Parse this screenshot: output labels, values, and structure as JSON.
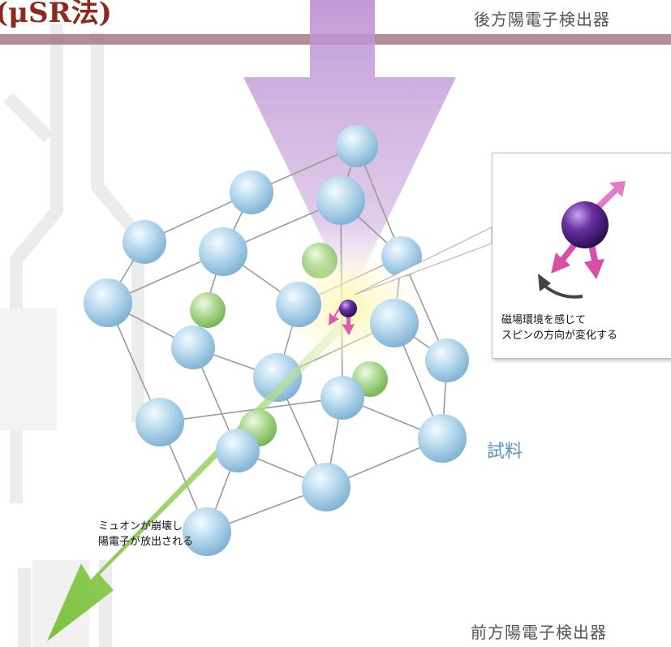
{
  "title_partial": "(μSR法)",
  "backward_detector": "後方陽電子検出器",
  "forward_detector": "前方陽電子検出器",
  "sample_label": "試料",
  "decay_label": "ミュオンが崩壊し\n陽電子が放出される",
  "spin_label": "磁場環境を感じて\nスピンの方向が変化する",
  "icons": [
    "muon-beam-arrow",
    "crystal-lattice",
    "muon-particle",
    "spin-arrows",
    "positron-arrow",
    "rotation-arrow"
  ],
  "colors": {
    "title": "#8b2a1e",
    "divider": "#a57a86",
    "beam": "#c9a3d9",
    "lattice_atom": "#b9d8ec",
    "interstitial_atom": "#a7d58d",
    "muon": "#5a2a8c",
    "spin_arrow": "#e05ab0",
    "positron_beam": "#8fcf4e",
    "sample_text": "#5a8fc4"
  }
}
